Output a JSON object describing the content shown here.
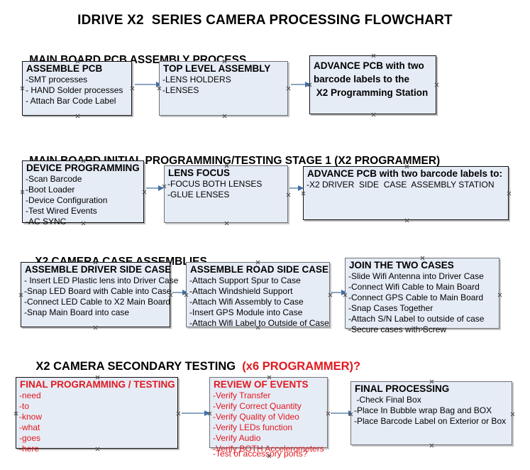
{
  "document": {
    "title": "IDRIVE X2  SERIES CAMERA PROCESSING FLOWCHART"
  },
  "colors": {
    "box_fill": "#e6ecf6",
    "box_border": "#111111",
    "box_border_gray": "#6f7276",
    "arrow_shaft": "#8ba5c2",
    "arrow_head": "#3f6fa8",
    "text": "#000000",
    "accent_red": "#e1181f"
  },
  "sections": [
    {
      "id": "main-board-pcb-assembly-process",
      "title": "MAIN BOARD PCB ASSEMBLY PROCESS",
      "title_accent": "",
      "boxes": [
        {
          "id": "assemble-pcb",
          "title": "ASSEMBLE PCB",
          "lines": [
            "-SMT processes",
            "- HAND Solder processes",
            "- Attach Bar Code Label"
          ]
        },
        {
          "id": "top-level-assembly",
          "title": "TOP LEVEL ASSEMBLY",
          "lines": [
            "-LENS HOLDERS",
            "-LENSES"
          ]
        },
        {
          "id": "advance-pcb-to-programming-station",
          "title": "ADVANCE PCB with two\nbarcode labels to the\n X2 Programming Station",
          "lines": []
        }
      ]
    },
    {
      "id": "main-board-initial-programming-testing-stage-1",
      "title": "MAIN BOARD INITIAL PROGRAMMING/TESTING STAGE 1 (X2 PROGRAMMER)",
      "title_accent": "",
      "boxes": [
        {
          "id": "device-programming",
          "title": "DEVICE PROGRAMMING",
          "lines": [
            "-Scan Barcode",
            "-Boot Loader",
            "-Device Configuration",
            "-Test Wired Events",
            "-AC SYNC"
          ]
        },
        {
          "id": "lens-focus",
          "title": "LENS FOCUS",
          "lines": [
            "-FOCUS BOTH LENSES",
            "-GLUE LENSES"
          ]
        },
        {
          "id": "advance-pcb-to-driver-side-case-station",
          "title": "ADVANCE PCB with two barcode labels to:",
          "lines": [
            "-X2 DRIVER  SIDE  CASE  ASSEMBLY STATION"
          ]
        }
      ]
    },
    {
      "id": "x2-camera-case-assemblies",
      "title": "X2 CAMERA CASE ASSEMBLIES",
      "title_accent": "",
      "boxes": [
        {
          "id": "assemble-driver-side-case",
          "title": "ASSEMBLE DRIVER SIDE CASE",
          "lines": [
            "- Insert LED Plastic lens into Driver Case",
            "-Snap LED Board with Cable into Case",
            "-Connect LED Cable to X2 Main Board",
            "-Snap Main Board into case"
          ]
        },
        {
          "id": "assemble-road-side-case",
          "title": "ASSEMBLE ROAD SIDE CASE",
          "lines": [
            "-Attach Support Spur to Case",
            "-Attach Windshield Support",
            "-Attach Wifi Assembly to Case",
            "-Insert GPS Module into Case",
            "-Attach Wifi Label to Outside of Case"
          ]
        },
        {
          "id": "join-the-two-cases",
          "title": "JOIN THE TWO CASES",
          "lines": [
            "-Slide Wifi Antenna into Driver Case",
            "-Connect Wifi Cable to Main Board",
            "-Connect GPS Cable to Main Board",
            "-Snap Cases Together",
            "-Attach S/N Label to outside of case",
            "-Secure cases with Screw"
          ]
        }
      ]
    },
    {
      "id": "x2-camera-secondary-testing",
      "title": "X2 CAMERA SECONDARY TESTING  ",
      "title_accent": "(x6 PROGRAMMER)?",
      "boxes": [
        {
          "id": "final-programming-testing",
          "title": "FINAL PROGRAMMING / TESTING",
          "lines": [
            "-need",
            "-to",
            "-know",
            "-what",
            "-goes",
            "-here"
          ]
        },
        {
          "id": "review-of-events",
          "title": "REVIEW OF EVENTS",
          "lines": [
            "-Verify Transfer",
            "-Verify Correct Quantity",
            "-Verify Quality of Video",
            "-Verify LEDs function",
            "-Verify Audio",
            "-Verify BOTH Accelerometers"
          ],
          "overflow_line": "-Test of accessory ports?"
        },
        {
          "id": "final-processing",
          "title": "FINAL PROCESSING",
          "lines": [
            " -Check Final Box",
            "-Place In Bubble wrap Bag and BOX",
            "-Place Barcode Label on Exterior or Box"
          ]
        }
      ]
    }
  ]
}
